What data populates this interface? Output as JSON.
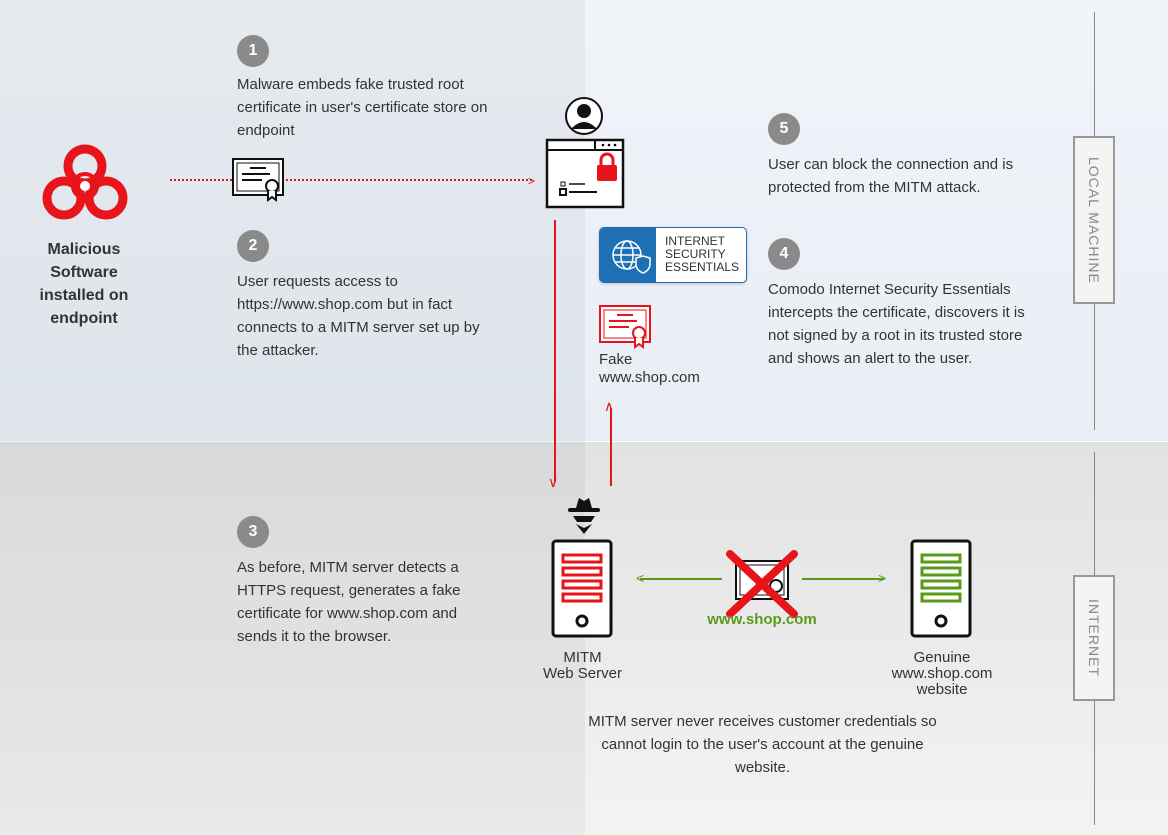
{
  "malware": {
    "label": "Malicious Software installed on endpoint"
  },
  "steps": [
    {
      "num": "1",
      "text": "Malware embeds fake trusted root certificate in user's certificate store on endpoint"
    },
    {
      "num": "2",
      "text": "User requests access to https://www.shop.com but in fact connects to a MITM server set up by the attacker."
    },
    {
      "num": "3",
      "text": "As before, MITM server detects a HTTPS request, generates a fake certificate for www.shop.com and sends it to the browser."
    },
    {
      "num": "4",
      "text": "Comodo Internet Security Essentials intercepts the certificate, discovers it is not signed by a root in its trusted store and shows an alert to the user."
    },
    {
      "num": "5",
      "text": "User can block the connection and is protected from the MITM attack."
    }
  ],
  "ise_badge": {
    "line1": "INTERNET",
    "line2": "SECURITY",
    "line3": "ESSENTIALS"
  },
  "fake_cert": {
    "line1": "Fake",
    "line2": "www.shop.com"
  },
  "mitm_server": {
    "line1": "MITM",
    "line2": "Web Server"
  },
  "genuine_server": {
    "line1": "Genuine",
    "line2": "www.shop.com",
    "line3": "website"
  },
  "blocked_cert_label": "www.shop.com",
  "footer_note": "MITM server never receives customer credentials so cannot login to the user's account at the genuine website.",
  "zones": {
    "local": "LOCAL MACHINE",
    "internet": "INTERNET"
  },
  "colors": {
    "red": "#e8141b",
    "green": "#5a9a1a",
    "blue": "#1f6fb5"
  }
}
